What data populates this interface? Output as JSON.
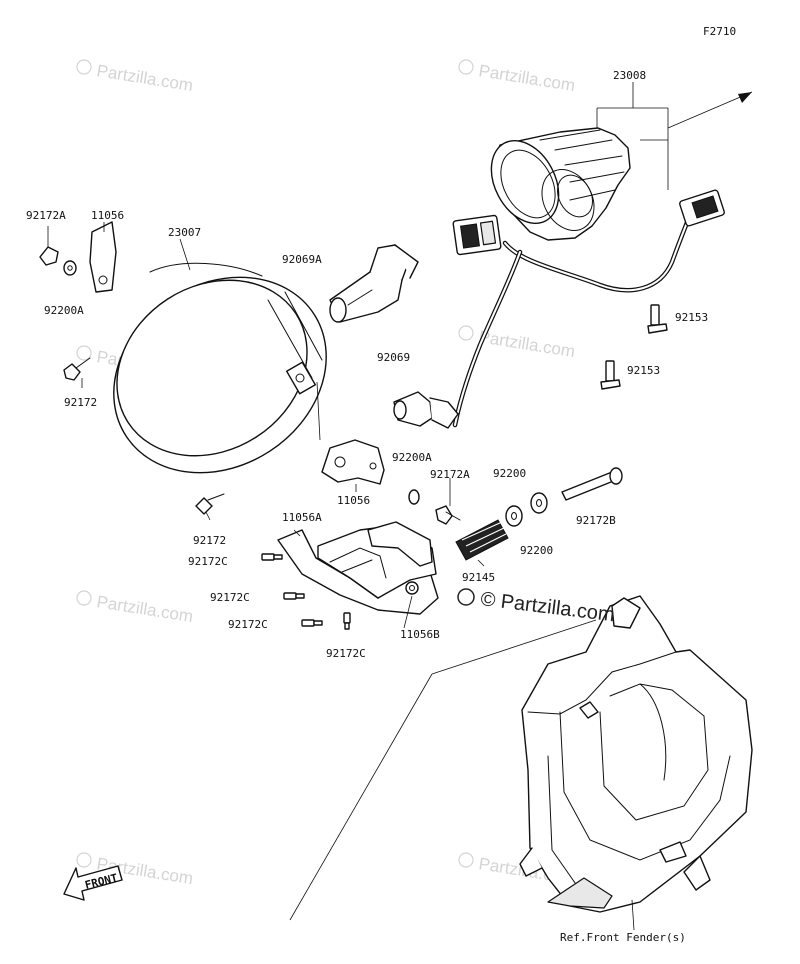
{
  "figure_code": "F2710",
  "watermark": "Partzilla.com",
  "watermark_main": "© Partzilla.com",
  "parts": {
    "p23008": "23008",
    "p92172A_top": "92172A",
    "p11056_top": "11056",
    "p23007": "23007",
    "p92069A": "92069A",
    "p92200A_top": "92200A",
    "p92153_a": "92153",
    "p92153_b": "92153",
    "p92069": "92069",
    "p92172_left": "92172",
    "p92200A_mid": "92200A",
    "p11056_mid": "11056",
    "p92172A_mid": "92172A",
    "p92200_a": "92200",
    "p92172_lower": "92172",
    "p11056A": "11056A",
    "p92172B": "92172B",
    "p92172C_a": "92172C",
    "p92200_b": "92200",
    "p92145": "92145",
    "p92172C_b": "92172C",
    "p92172C_c": "92172C",
    "p11056B": "11056B",
    "p92172C_d": "92172C"
  },
  "front_label": "FRONT",
  "ref_label": "Ref.Front Fender(s)"
}
